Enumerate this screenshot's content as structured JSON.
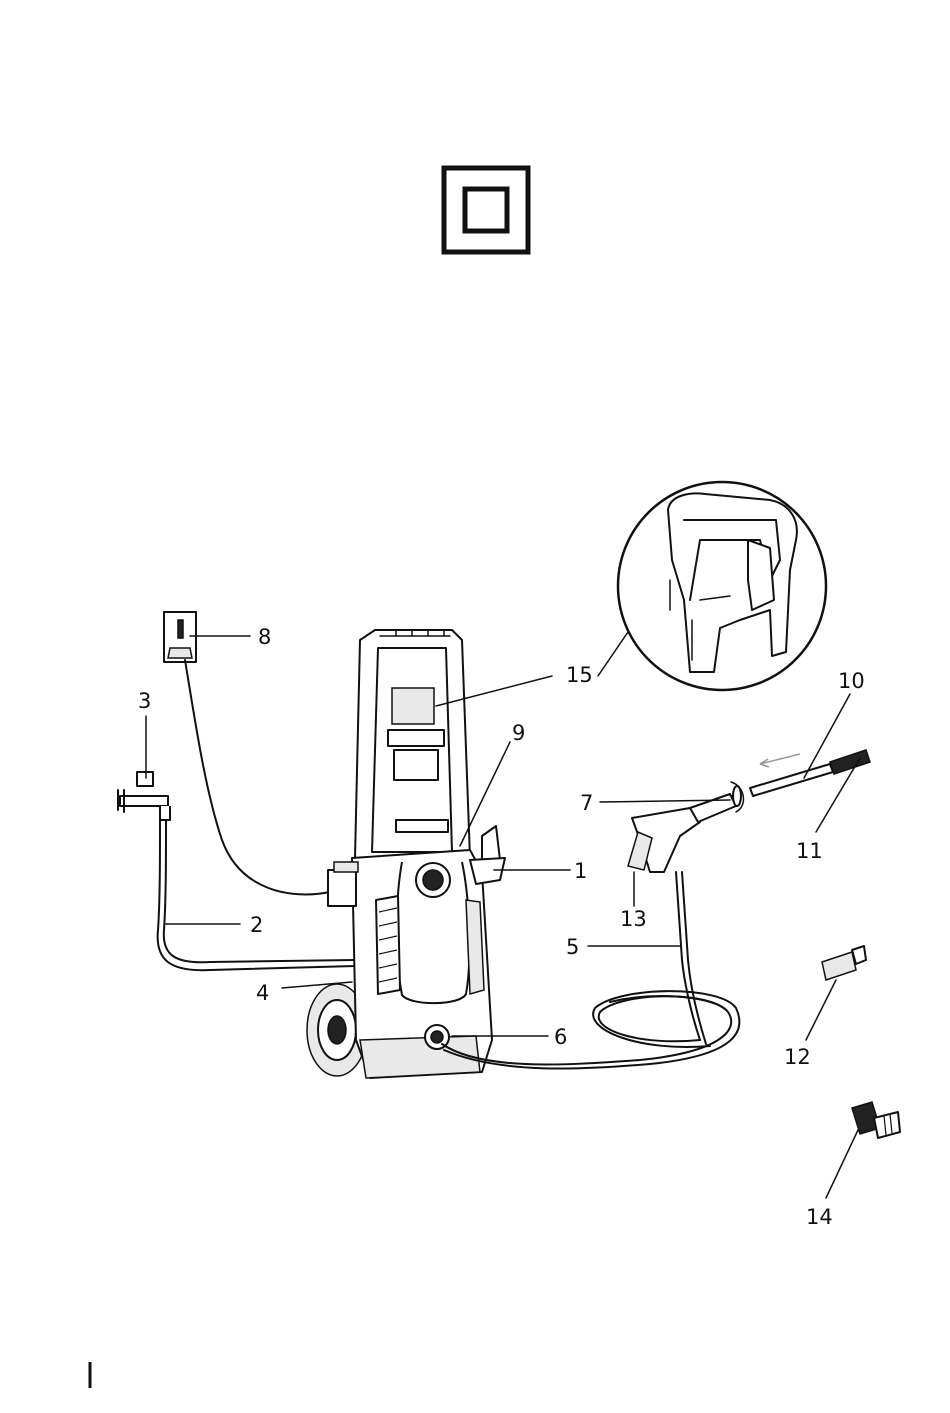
{
  "symbol": {
    "name": "class-ii-double-insulation"
  },
  "callouts": [
    {
      "id": "1",
      "text": "1"
    },
    {
      "id": "2",
      "text": "2"
    },
    {
      "id": "3",
      "text": "3"
    },
    {
      "id": "4",
      "text": "4"
    },
    {
      "id": "5",
      "text": "5"
    },
    {
      "id": "6",
      "text": "6"
    },
    {
      "id": "7",
      "text": "7"
    },
    {
      "id": "8",
      "text": "8"
    },
    {
      "id": "9",
      "text": "9"
    },
    {
      "id": "10",
      "text": "10"
    },
    {
      "id": "11",
      "text": "11"
    },
    {
      "id": "12",
      "text": "12"
    },
    {
      "id": "13",
      "text": "13"
    },
    {
      "id": "14",
      "text": "14"
    },
    {
      "id": "15",
      "text": "15"
    }
  ]
}
